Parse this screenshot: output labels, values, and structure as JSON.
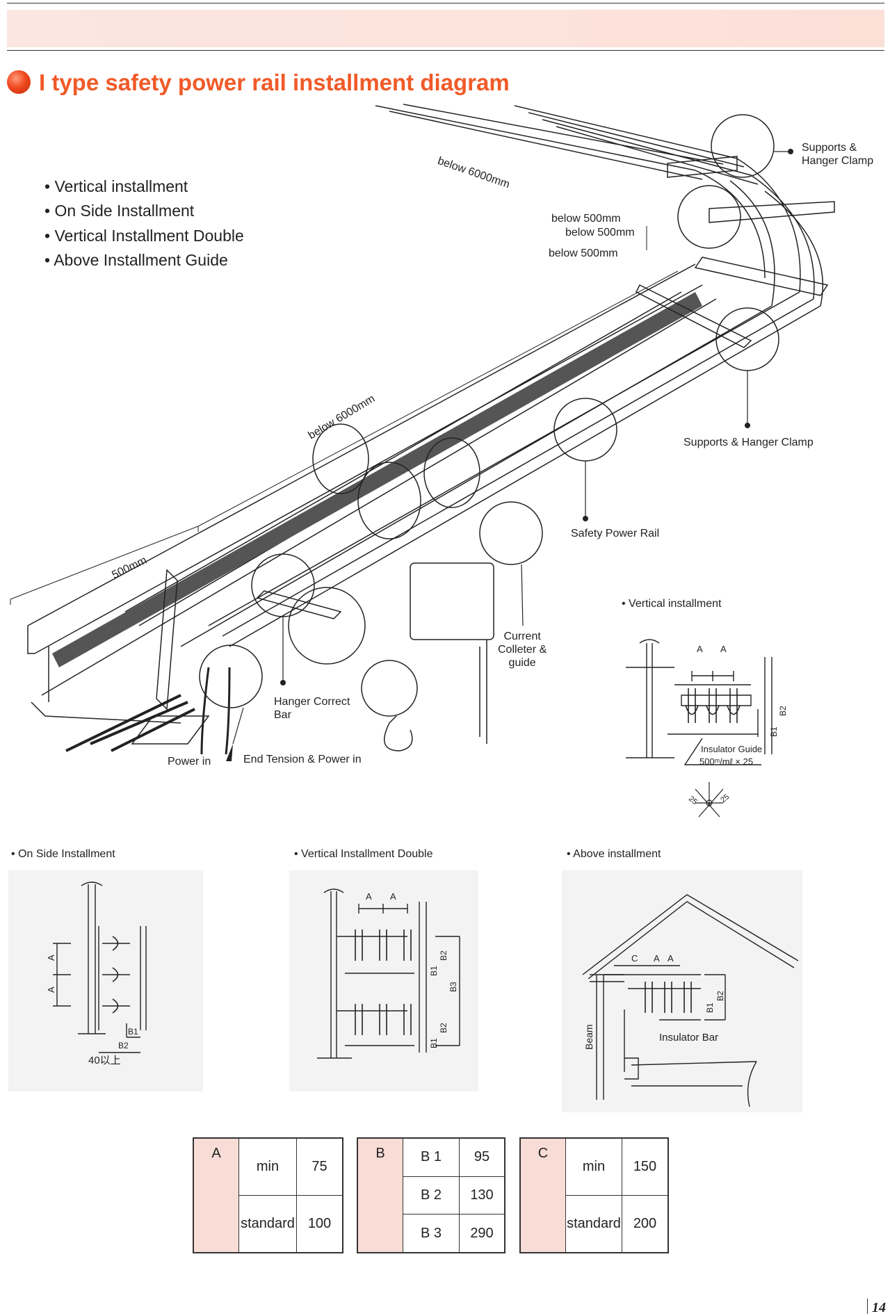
{
  "title": "I type safety power rail installment diagram",
  "bullets": [
    "Vertical installment",
    "On Side Installment",
    "Vertical Installment Double",
    "Above Installment Guide"
  ],
  "callouts": {
    "supports_top": [
      "Supports &",
      "Hanger Clamp"
    ],
    "below_6000_top": "below 6000mm",
    "below_500_1": "below 500mm",
    "below_500_2": "below 500mm",
    "below_500_3": "below 500mm",
    "below_6000_mid": "below 6000mm",
    "supports_mid": "Supports & Hanger Clamp",
    "safety_power_rail": "Safety Power Rail",
    "dim_500": "500mm",
    "current_colleter": [
      "Current",
      "Colleter &",
      "guide"
    ],
    "hanger_correct": [
      "Hanger Correct",
      "Bar"
    ],
    "power_in": "Power in",
    "end_tension": "End Tension & Power in"
  },
  "vertical_detail": {
    "heading": "• Vertical installment",
    "dim_a1": "A",
    "dim_a2": "A",
    "b1": "B1",
    "b2": "B2",
    "insulator": "Insulator Guide",
    "insulator_spec": "500ᵐ/mℓ × 25",
    "angle1": "25",
    "angle2": "25"
  },
  "sub_diagrams": {
    "on_side": {
      "heading": "• On Side Installment",
      "a": "A",
      "b1": "B1",
      "b2": "B2",
      "note": "40以上"
    },
    "double": {
      "heading": "• Vertical Installment Double",
      "a": "A",
      "b1": "B1",
      "b2": "B2",
      "b3": "B3"
    },
    "above": {
      "heading": "• Above installment",
      "c": "C",
      "a": "A",
      "b1": "B1",
      "b2": "B2",
      "beam": "Beam",
      "insulator": "Insulator Bar"
    }
  },
  "tables": [
    {
      "letter": "A",
      "rows": [
        [
          "min",
          "75"
        ],
        [
          "standard",
          "100"
        ]
      ]
    },
    {
      "letter": "B",
      "rows": [
        [
          "B 1",
          "95"
        ],
        [
          "B 2",
          "130"
        ],
        [
          "B 3",
          "290"
        ]
      ]
    },
    {
      "letter": "C",
      "rows": [
        [
          "min",
          "150"
        ],
        [
          "standard",
          "200"
        ]
      ]
    }
  ],
  "page_number": "14",
  "colors": {
    "accent": "#f05a28",
    "band": "#fce3dc",
    "table_pink": "#f8dcd6"
  }
}
